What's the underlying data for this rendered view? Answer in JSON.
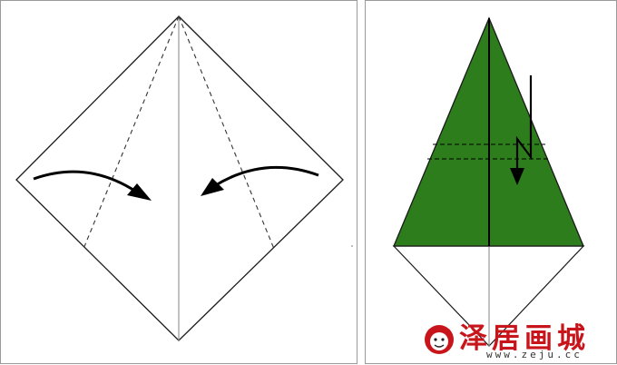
{
  "watermark": {
    "title": "泽居画城",
    "url": "www.zeju.cc",
    "color": "#c8151b"
  },
  "colors": {
    "paper": "#ffffff",
    "tree": "#2e7d1c",
    "line": "#1a1a1a",
    "dashed": "#333333"
  },
  "steps": [
    {
      "name": "fold-edges-to-center",
      "arrows": [
        "curved-right-arrow",
        "curved-left-arrow"
      ]
    },
    {
      "name": "fold-down-pleat",
      "arrows": [
        "zigzag-down-arrow"
      ]
    }
  ]
}
